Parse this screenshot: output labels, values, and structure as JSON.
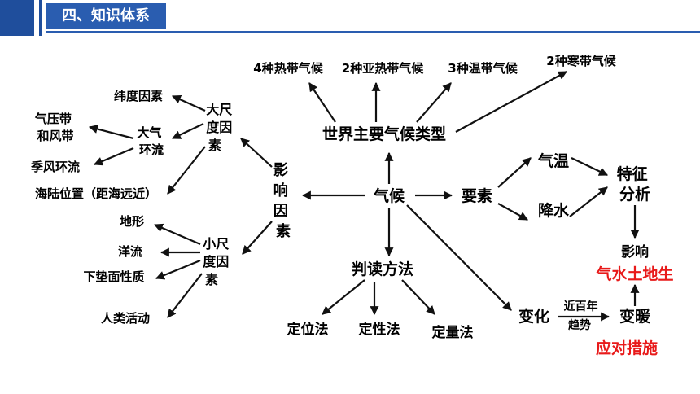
{
  "header": {
    "title": "四、知识体系",
    "colors": {
      "bar": "#1f4e9c",
      "title_bg": "#2a5db0",
      "title_text": "#ffffff"
    }
  },
  "diagram": {
    "colors": {
      "line": "#111111",
      "text": "#000000",
      "highlight": "#e81a1a"
    },
    "nodes": {
      "climate": "气候",
      "influence": [
        "影",
        "响",
        "因",
        "素"
      ],
      "world_types": "世界主要气候类型",
      "tropical": "4种热带气候",
      "subtropical": "2种亚热带气候",
      "temperate": "3种温带气候",
      "cold": "2种寒带气候",
      "macro": [
        "大尺",
        "度因",
        "素"
      ],
      "latitude": "纬度因素",
      "circulation": [
        "大气",
        "环流"
      ],
      "pressure_wind": [
        "气压带",
        "和风带"
      ],
      "monsoon": "季风环流",
      "land_sea": "海陆位置（距海远近）",
      "micro": [
        "小尺",
        "度因",
        "素"
      ],
      "terrain": "地形",
      "ocean_current": "洋流",
      "underlying": "下垫面性质",
      "human": "人类活动",
      "elements": "要素",
      "temperature": "气温",
      "precipitation": "降水",
      "feature": [
        "特征",
        "分析"
      ],
      "impact": "影响",
      "impact_targets": "气水土地生",
      "reading": "判读方法",
      "positioning": "定位法",
      "qualitative": "定性法",
      "quantitative": "定量法",
      "change": "变化",
      "trend": [
        "近百年",
        "趋势"
      ],
      "warming": "变暖",
      "response": "应对措施"
    }
  }
}
